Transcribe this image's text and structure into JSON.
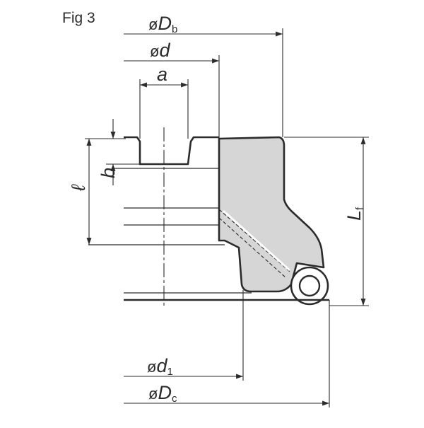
{
  "figure": {
    "label": "Fig 3"
  },
  "dimensions": {
    "Db": {
      "prefix": "ø",
      "main": "D",
      "sub": "b"
    },
    "d": {
      "prefix": "ø",
      "main": "d",
      "sub": ""
    },
    "a": {
      "prefix": "",
      "main": "a",
      "sub": ""
    },
    "b": {
      "prefix": "",
      "main": "b",
      "sub": ""
    },
    "l": {
      "prefix": "",
      "main": "ℓ",
      "sub": ""
    },
    "Lf": {
      "prefix": "",
      "main": "L",
      "sub": "f"
    },
    "d1": {
      "prefix": "ø",
      "main": "d",
      "sub": "1"
    },
    "Dc": {
      "prefix": "ø",
      "main": "D",
      "sub": "c"
    }
  },
  "colors": {
    "line": "#2b2b2b",
    "body_fill": "#d8d8d8",
    "insert_fill": "#d0d0d0"
  }
}
